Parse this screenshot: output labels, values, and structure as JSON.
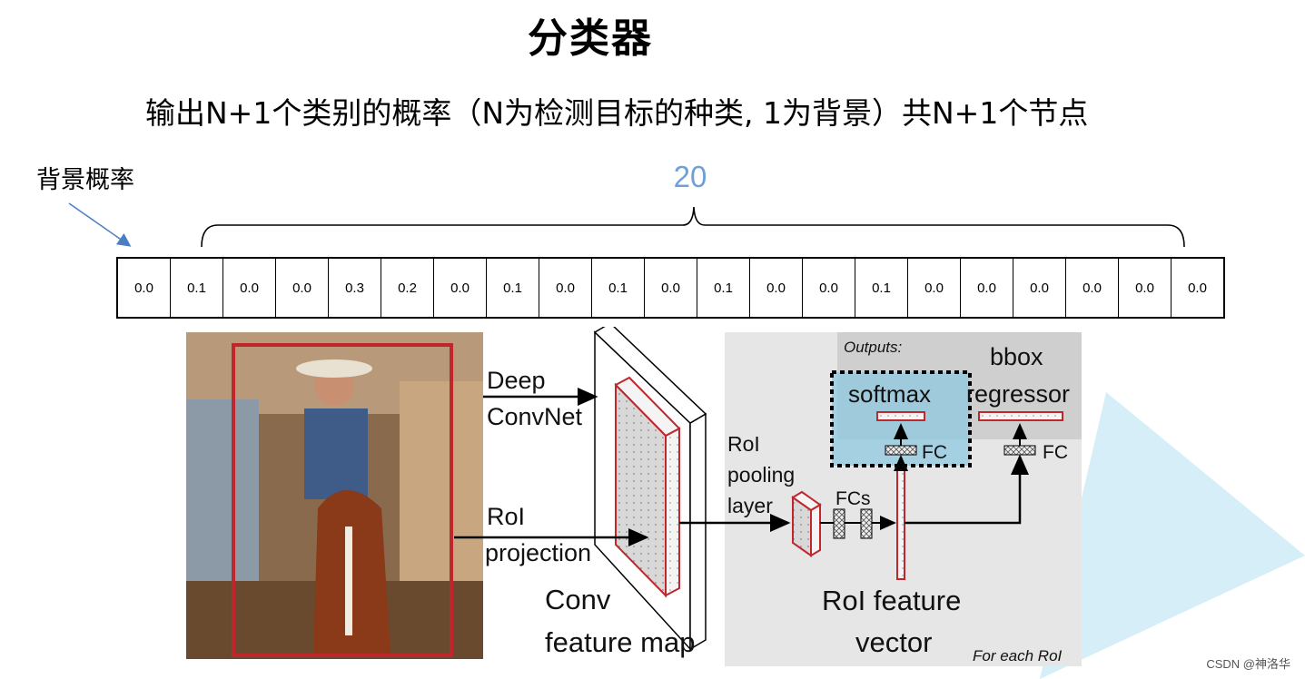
{
  "slide": {
    "title": "分类器",
    "subtitle": "输出N+1个类别的概率（N为检测目标的种类, 1为背景）共N+1个节点",
    "background_label": "背景概率",
    "brace_count": "20",
    "probabilities": [
      "0.0",
      "0.1",
      "0.0",
      "0.0",
      "0.3",
      "0.2",
      "0.0",
      "0.1",
      "0.0",
      "0.1",
      "0.0",
      "0.1",
      "0.0",
      "0.0",
      "0.1",
      "0.0",
      "0.0",
      "0.0",
      "0.0",
      "0.0",
      "0.0"
    ]
  },
  "diagram": {
    "deep_convnet": [
      "Deep",
      "ConvNet"
    ],
    "roi_projection": [
      "RoI",
      "projection"
    ],
    "conv_feature_map": [
      "Conv",
      "feature map"
    ],
    "roi_pooling_layer": [
      "RoI",
      "pooling",
      "layer"
    ],
    "fcs": "FCs",
    "outputs": "Outputs:",
    "softmax": "softmax",
    "bbox_regressor": [
      "bbox",
      "regressor"
    ],
    "fc_left": "FC",
    "fc_right": "FC",
    "roi_feature_vector": [
      "RoI feature",
      "vector"
    ],
    "for_each_roi": "For each RoI"
  },
  "watermark": "CSDN @神洛华",
  "colors": {
    "accent_blue": "#6f9fd8",
    "roi_red": "#c0272d",
    "softmax_highlight": "#7fc6e0",
    "panel_gray": "#e6e6e6"
  }
}
